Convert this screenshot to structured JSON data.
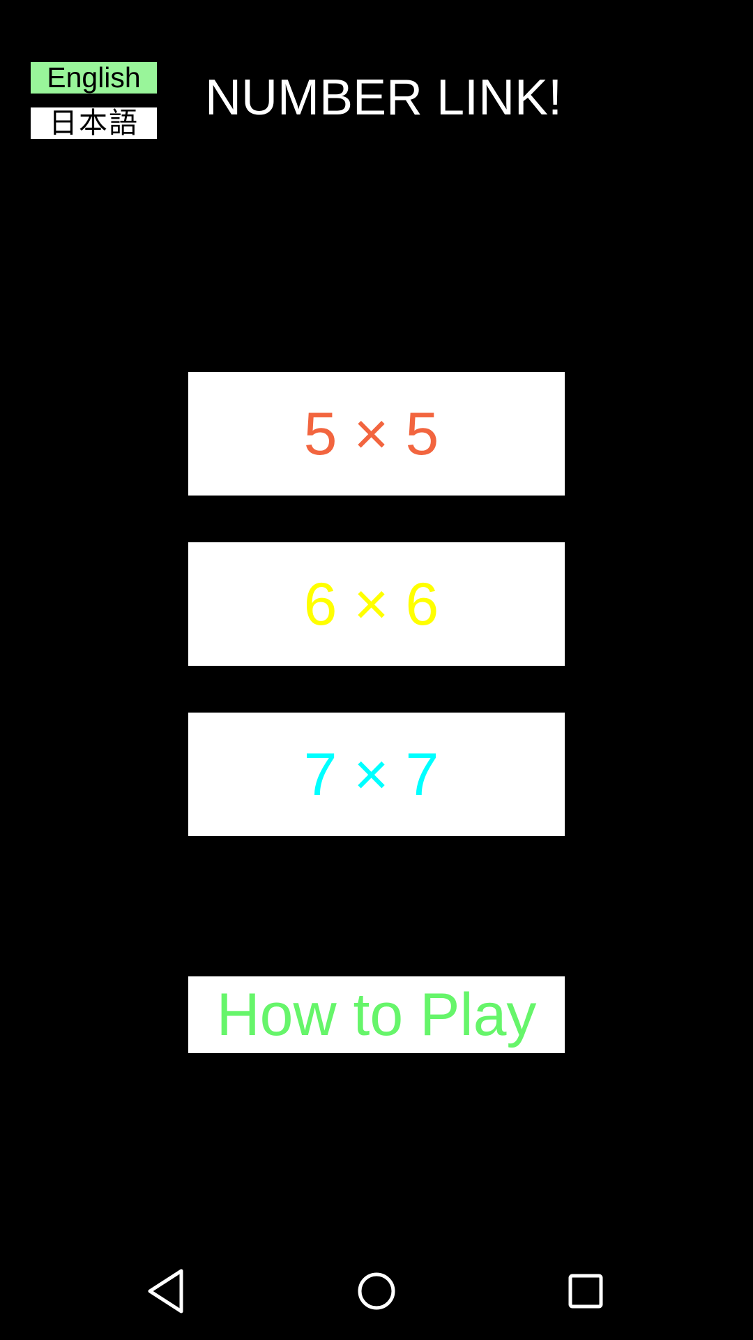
{
  "language": {
    "english_label": "English",
    "japanese_label": "日本語",
    "english_bg": "#99f59a",
    "japanese_bg": "#ffffff"
  },
  "app": {
    "title": "NUMBER LINK!"
  },
  "menu": {
    "sizes": [
      {
        "label": "5 × 5",
        "color": "#f2653f"
      },
      {
        "label": "6 × 6",
        "color": "#ffff00"
      },
      {
        "label": "7 × 7",
        "color": "#00ffff"
      }
    ],
    "how_to_play": {
      "label": "How to Play",
      "color": "#66f56a"
    }
  },
  "navbar": {
    "icons": [
      "back-icon",
      "home-icon",
      "recents-icon"
    ],
    "icon_color": "#ffffff"
  }
}
